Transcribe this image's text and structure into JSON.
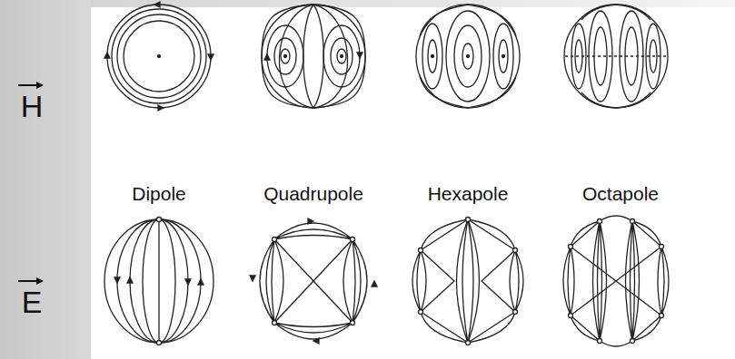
{
  "diagram": {
    "labels": [
      "H",
      "Dipole",
      "Quadrupole",
      "Hexapole",
      "Octapole",
      "E"
    ]
  }
}
